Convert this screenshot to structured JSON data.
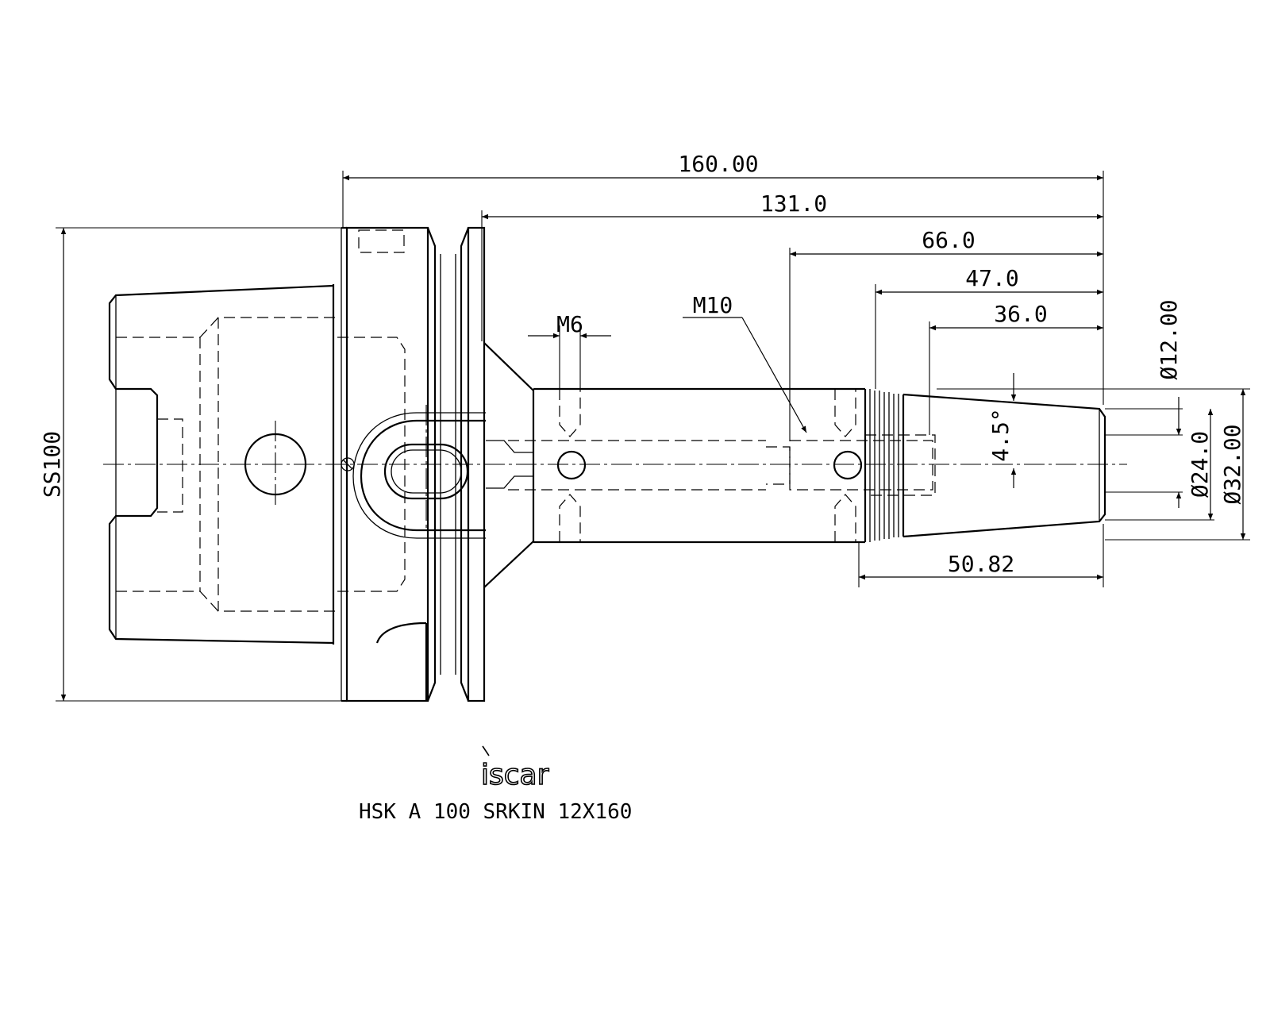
{
  "drawing": {
    "dimensions": {
      "overall_length": "160.00",
      "length_131": "131.0",
      "length_66": "66.0",
      "length_47": "47.0",
      "length_36": "36.0",
      "length_5082": "50.82",
      "thread_m6": "M6",
      "thread_m10": "M10",
      "flange_size": "SS100",
      "dia_12": "Ø12.00",
      "dia_24": "Ø24.0",
      "dia_32": "Ø32.00",
      "taper_angle": "4.5°"
    },
    "logo_text": "iscar",
    "part_name": "HSK A 100 SRKIN 12X160"
  }
}
